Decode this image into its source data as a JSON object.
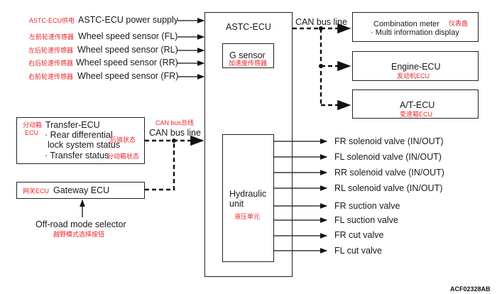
{
  "inputs": [
    {
      "cn": "ASTC-ECU供电",
      "label": "ASTC-ECU power supply"
    },
    {
      "cn": "左前轮速传感器",
      "label": "Wheel speed sensor (FL)"
    },
    {
      "cn": "左后轮速传感器",
      "label": "Wheel speed sensor (RL)"
    },
    {
      "cn": "右后轮速传感器",
      "label": "Wheel speed sensor (RR)"
    },
    {
      "cn": "右前轮速传感器",
      "label": "Wheel speed sensor (FR)"
    }
  ],
  "astc": {
    "title": "ASTC-ECU",
    "gsensor": "G sensor",
    "gsensor_cn": "加速度传感器",
    "hydraulic_line1": "Hydraulic",
    "hydraulic_line2": "unit",
    "hydraulic_cn": "液压单元"
  },
  "can_out": {
    "label": "CAN bus line"
  },
  "outputs_ecu": [
    {
      "label": "Combination meter",
      "sub": "· Multi information display",
      "cn": "仪表盘"
    },
    {
      "label": "Engine-ECU",
      "cn": "发动机ECU"
    },
    {
      "label": "A/T-ECU",
      "cn": "变速箱ECU"
    }
  ],
  "transfer": {
    "cn": "分动箱",
    "cn2": "ECU",
    "title": "Transfer-ECU",
    "line1": "· Rear differential",
    "line2": "lock system status",
    "line3": "· Transfer status",
    "cn_lock": "后锁状态",
    "cn_status": "分动箱状态"
  },
  "can_in": {
    "cn": "CAN bus总线",
    "label": "CAN bus line"
  },
  "gateway": {
    "cn": "网关ECU",
    "label": "Gateway ECU"
  },
  "selector": {
    "label": "Off-road mode selector",
    "cn": "越野模式选择按钮"
  },
  "valves": [
    "FR solenoid valve (IN/OUT)",
    "FL solenoid valve (IN/OUT)",
    "RR solenoid valve (IN/OUT)",
    "RL solenoid valve (IN/OUT)",
    "FR suction valve",
    "FL suction valve",
    "FR cut valve",
    "FL cut valve"
  ],
  "figure_code": "ACF02328AB"
}
